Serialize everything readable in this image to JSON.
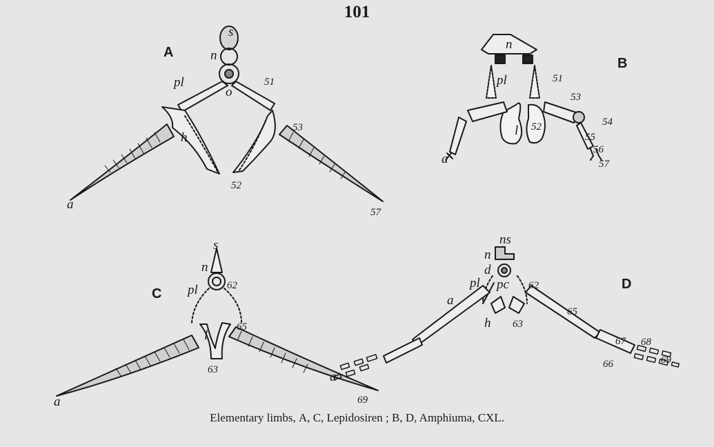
{
  "page_number": "101",
  "figures": {
    "A": {
      "letter": "A",
      "labels": {
        "s": "s",
        "n": "n",
        "pl": "pl",
        "o": "o",
        "h": "h",
        "a": "a",
        "n51": "51",
        "n52": "52",
        "n53": "53",
        "n57": "57"
      }
    },
    "B": {
      "letter": "B",
      "labels": {
        "n": "n",
        "pl": "pl",
        "l": "l",
        "a": "a",
        "n51": "51",
        "n52": "52",
        "n53": "53",
        "n54": "54",
        "n55": "55",
        "n56": "56",
        "n57": "57"
      }
    },
    "C": {
      "letter": "C",
      "labels": {
        "s": "s",
        "n": "n",
        "pl": "pl",
        "l": "l",
        "a": "a",
        "n62": "62",
        "n63": "63",
        "n65": "65",
        "n69": "69"
      }
    },
    "D": {
      "letter": "D",
      "labels": {
        "ns": "ns",
        "n": "n",
        "d": "d",
        "pc": "pc",
        "pl": "pl",
        "a": "a",
        "a2": "a",
        "h": "h",
        "n62": "62",
        "n63": "63",
        "n65": "65",
        "n66": "66",
        "n67": "67",
        "n68": "68",
        "n69": "69"
      }
    }
  },
  "caption": {
    "lead": "Elementary limbs, ",
    "fig_a": "A",
    "sep1": ", ",
    "fig_c": "C",
    "taxon1": ", Lepidosiren ; ",
    "fig_b": "B",
    "sep2": ", ",
    "fig_d": "D",
    "taxon2": ", Amphiuma, ",
    "ref": "CXL",
    "end": "."
  }
}
